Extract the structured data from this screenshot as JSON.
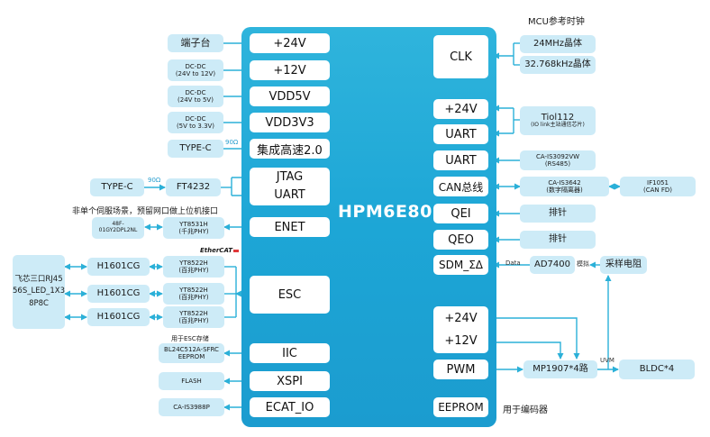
{
  "chip": "HPM6E80",
  "mcu_clock_title": "MCU参考时钟",
  "chip_pins": {
    "v24": "+24V",
    "v12": "+12V",
    "vdd5": "VDD5V",
    "vdd33": "VDD3V3",
    "usb": "集成高速2.0",
    "jtag": "JTAG",
    "uart": "UART",
    "enet": "ENET",
    "esc": "ESC",
    "iic": "IIC",
    "xspi": "XSPI",
    "ecat_io": "ECAT_IO",
    "clk": "CLK",
    "r_24v": "+24V",
    "r_uart1": "UART",
    "r_uart2": "UART",
    "can": "CAN总线",
    "qei": "QEI",
    "qeo": "QEO",
    "sdm": "SDM_ΣΔ",
    "r2_24v": "+24V",
    "r2_12v": "+12V",
    "pwm": "PWM",
    "eeprom": "EEPROM"
  },
  "left": {
    "terminal": "端子台",
    "dcdc1": "DC-DC",
    "dcdc1_sub": "(24V to 12V)",
    "dcdc2": "DC-DC",
    "dcdc2_sub": "(24V to 5V)",
    "dcdc3": "DC-DC",
    "dcdc3_sub": "(5V to 3.3V)",
    "typec1": "TYPE-C",
    "ohm1": "90Ω",
    "typec2": "TYPE-C",
    "ohm2": "90Ω",
    "ft4232": "FT4232",
    "note_servo": "非单个伺服场景，预留网口做上位机接口",
    "rj45_part": "48F-\n01GY2DPL2NL",
    "yt8531": "YT8531H",
    "yt8531_sub": "(千兆PHY)",
    "ethercat": "EtherCAT",
    "feixin": "飞芯三口RJ45\n56S_LED_1X3\n8P8C",
    "h1601": [
      "H1601CG",
      "H1601CG",
      "H1601CG"
    ],
    "yt8522": [
      "YT8522H",
      "YT8522H",
      "YT8522H"
    ],
    "yt8522_sub": [
      "(百兆PHY)",
      "(百兆PHY)",
      "(百兆PHY)"
    ],
    "esc_storage": "用于ESC存储",
    "eeprom_part": "BL24C512A-SFRC\nEEPROM",
    "flash": "FLASH",
    "ca3988": "CA-IS3988P"
  },
  "right": {
    "xtal24": "24MHz晶体",
    "xtal32": "32.768kHz晶体",
    "tiol": "Tiol112",
    "tiol_sub": "(IO link主站通信芯片)",
    "rs485": "CA-IS3092VW",
    "rs485_sub": "(RS485)",
    "can_iso": "CA-IS3642",
    "can_iso_sub": "(数字隔离器)",
    "if1051": "IF1051",
    "if1051_sub": "(CAN FD)",
    "header1": "排针",
    "header2": "排针",
    "data_label": "Data",
    "ad7400": "AD7400",
    "analog_label": "模拟",
    "sampling": "采样电阻",
    "mp1907": "MP1907*4路",
    "uvm": "UVM",
    "bldc": "BLDC*4",
    "encoder": "用于编码器"
  },
  "colors": {
    "chip": "#1da6d6",
    "box": "#cdebf7",
    "wire": "#2bb0d8",
    "text": "#1a1a1a"
  }
}
